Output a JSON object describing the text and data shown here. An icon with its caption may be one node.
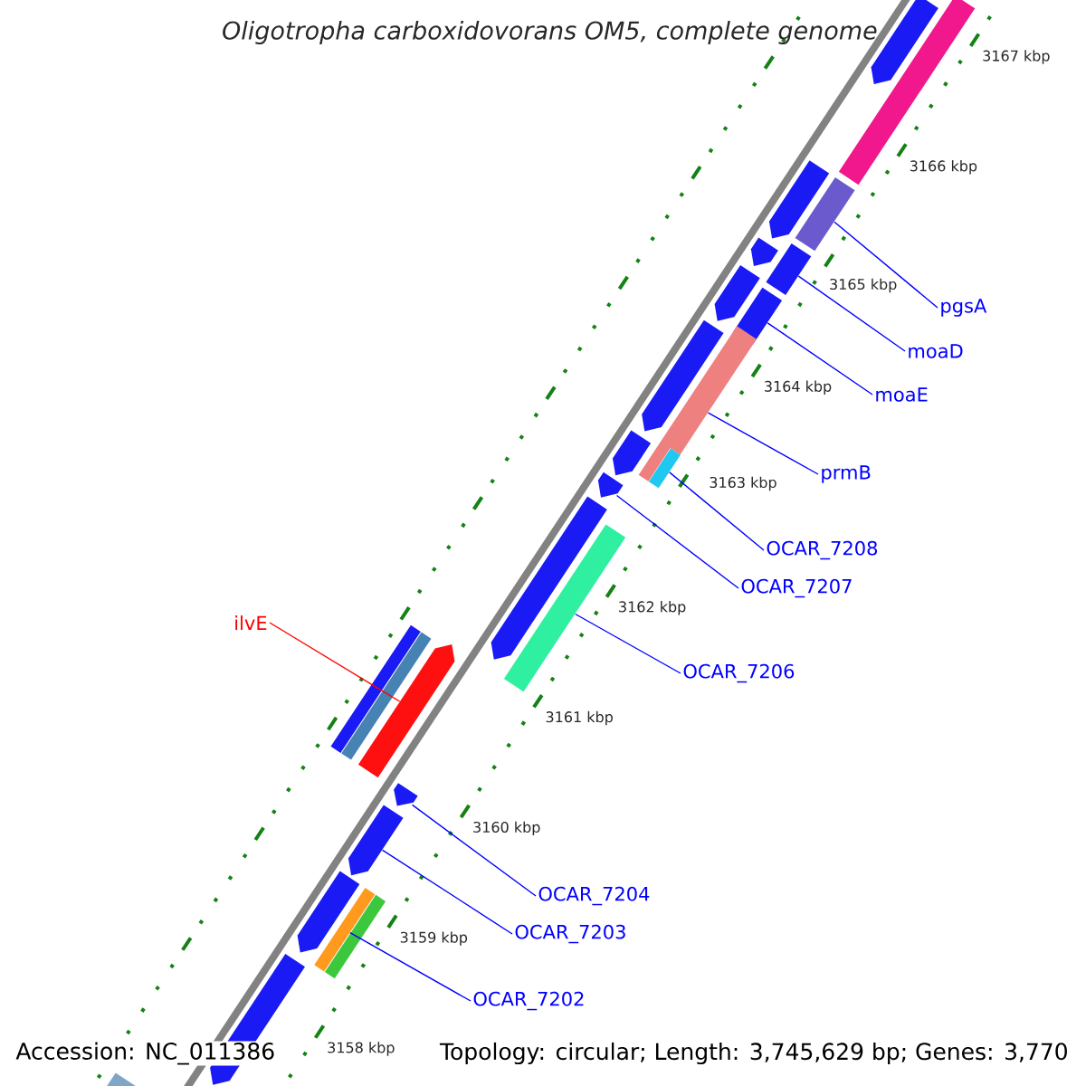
{
  "diagram": {
    "title": "Oligotropha carboxidovorans OM5, complete genome",
    "nodes": [
      {
        "text": [
          "pgsA"
        ]
      },
      {
        "text": [
          "moaD"
        ]
      },
      {
        "text": [
          "moaE"
        ]
      },
      {
        "text": [
          "prmB"
        ]
      },
      {
        "text": [
          "OCAR_7208"
        ]
      },
      {
        "text": [
          "OCAR_7207"
        ]
      },
      {
        "text": [
          "OCAR_7206"
        ]
      },
      {
        "text": [
          "ilvE"
        ]
      },
      {
        "text": [
          "OCAR_7204"
        ]
      },
      {
        "text": [
          "OCAR_7203"
        ]
      },
      {
        "text": [
          "OCAR_7202"
        ]
      },
      {
        "text": [],
        "shape": "arrow"
      },
      {
        "text": [],
        "shape": "bar"
      },
      {
        "text": [],
        "shape": "arrow"
      },
      {
        "text": [],
        "shape": "bar"
      },
      {
        "text": [],
        "shape": "bar"
      },
      {
        "text": [],
        "shape": "arrow"
      },
      {
        "text": [],
        "shape": "arrow"
      },
      {
        "text": [],
        "shape": "bar"
      },
      {
        "text": [],
        "shape": "bar"
      },
      {
        "text": [],
        "shape": "arrow"
      },
      {
        "text": [],
        "shape": "arrow"
      },
      {
        "text": [],
        "shape": "bar"
      },
      {
        "text": [],
        "shape": "arrow"
      },
      {
        "text": [],
        "shape": "arrow"
      },
      {
        "text": [],
        "shape": "bar"
      },
      {
        "text": [],
        "shape": "bar"
      },
      {
        "text": [],
        "shape": "bar"
      },
      {
        "text": [],
        "shape": "arrow"
      },
      {
        "text": [],
        "shape": "arrow"
      },
      {
        "text": [],
        "shape": "arrow"
      },
      {
        "text": [],
        "shape": "bar"
      },
      {
        "text": [],
        "shape": "bar"
      },
      {
        "text": [],
        "shape": "arrow"
      },
      {
        "text": [],
        "shape": "arrow"
      },
      {
        "text": [],
        "shape": "bar"
      }
    ],
    "edges": [
      {
        "from": 0,
        "to": 14,
        "arrow": "none"
      },
      {
        "from": 1,
        "to": 15,
        "arrow": "none"
      },
      {
        "from": 2,
        "to": 18,
        "arrow": "none"
      },
      {
        "from": 3,
        "to": 19,
        "arrow": "none"
      },
      {
        "from": 4,
        "to": 22,
        "arrow": "none"
      },
      {
        "from": 5,
        "to": 23,
        "arrow": "none"
      },
      {
        "from": 6,
        "to": 25,
        "arrow": "none"
      },
      {
        "from": 7,
        "to": 28,
        "arrow": "none",
        "color": "#ff0000"
      },
      {
        "from": 8,
        "to": 29,
        "arrow": "none"
      },
      {
        "from": 9,
        "to": 30,
        "arrow": "none"
      },
      {
        "from": 10,
        "to": 31,
        "arrow": "none"
      }
    ],
    "labels": [
      "3167 kbp",
      "3166 kbp",
      "3165 kbp",
      "3164 kbp",
      "3163 kbp",
      "3162 kbp",
      "3161 kbp",
      "3160 kbp",
      "3159 kbp",
      "3158 kbp",
      "Accession: NC_011386",
      "Topology: circular; Length: 3,745,629 bp; Genes: 3,770"
    ]
  }
}
